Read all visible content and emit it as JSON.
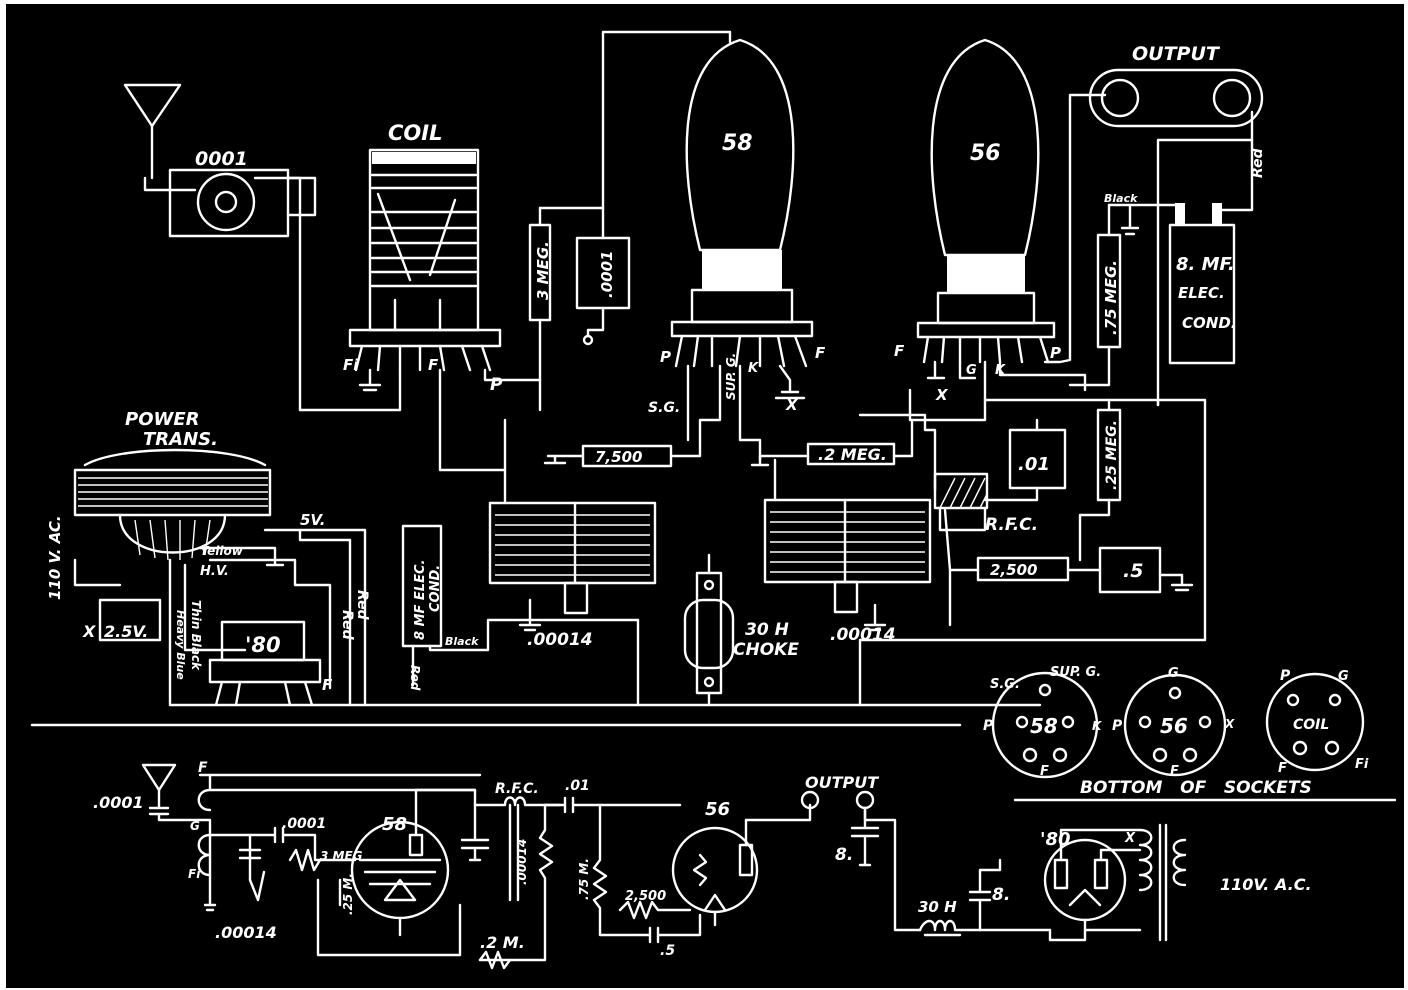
{
  "labels": {
    "coil": "COIL",
    "output_top": "OUTPUT",
    "tube_58": "58",
    "tube_56": "56",
    "ant_cap": "0001",
    "cap_0001_upper": ".0001",
    "res_3meg": "3 MEG.",
    "res_75meg": ".75 MEG.",
    "res_25meg": ".25 MEG.",
    "black_upper": "Black",
    "red_upper": "Red",
    "cap_8mf_a": "8. MF.",
    "cap_8mf_b": "ELEC.",
    "cap_8mf_c": "COND.",
    "pin_fi": "Fi",
    "pin_f_coil": "F",
    "pin_p_coil": "P",
    "pin_p_58": "P",
    "pin_f_58": "F",
    "pin_k_58": "K",
    "pin_sup_g": "SUP. G.",
    "pin_sg": "S.G.",
    "pin_x_58": "X",
    "pin_f_56": "F",
    "pin_p_56": "P",
    "pin_k_56": "K",
    "pin_x_56": "X",
    "pin_g_56": "G",
    "power_trans_1": "POWER",
    "power_trans_2": "TRANS.",
    "res_7500": "7,500",
    "res_2meg": ".2 MEG.",
    "cap_01": ".01",
    "rfc": "R.F.C.",
    "res_2500": "2,500",
    "cap_5": ".5",
    "v5": "5V.",
    "yellow": "Yellow",
    "hv": "H.V.",
    "v110": "110 V. AC.",
    "x_label": "X",
    "v25": "2.5V.",
    "thin_black": "Thin Black",
    "heavy_blue": "Heavy Blue",
    "red_trans": "Red",
    "red_trans2": "Red",
    "tube_80": "'80",
    "pin_f_80": "F",
    "cond8_1": "8 MF ELEC.",
    "cond8_2": "COND.",
    "black_lower": "Black",
    "red_lower": "Red",
    "cap_00014_a": ".00014",
    "cap_00014_b": ".00014",
    "choke_1": "30 H",
    "choke_2": "CHOKE",
    "sock_sg": "S.G.",
    "sock_supg": "SUP. G.",
    "sock_58": "58",
    "sock_p58": "P",
    "sock_k58": "K",
    "sock_f58": "F",
    "sock_g56": "G",
    "sock_p56": "P",
    "sock_56": "56",
    "sock_x56": "X",
    "sock_f56": "F",
    "sock_pcoil": "P",
    "sock_gcoil": "G",
    "sock_coil": "COIL",
    "sock_fcoil": "F",
    "sock_ficoil": "Fi",
    "bottom_sockets": "BOTTOM   OF   SOCKETS",
    "s_ant": ".0001",
    "s_f": "F",
    "s_g": "G",
    "s_fi": "Fi",
    "s_00014": ".00014",
    "s_0001": ".0001",
    "s_3meg": "3 MEG",
    "s_58": "58",
    "s_25meg": ".25 M.",
    "s_2m": ".2 M.",
    "s_rfc": "R.F.C.",
    "s_01": ".01",
    "s_00014b": ".00014",
    "s_75meg": ".75 M.",
    "s_56": "56",
    "s_2500": "2,500",
    "s_5": ".5",
    "s_output": "OUTPUT",
    "s_8a": "8.",
    "s_30h": "30 H",
    "s_8b": "8.",
    "s_80": "'80",
    "s_x": "X",
    "s_110": "110V. A.C."
  },
  "colors": {
    "background": "#000000",
    "paper": "#ffffff",
    "ink": "#ffffff"
  }
}
